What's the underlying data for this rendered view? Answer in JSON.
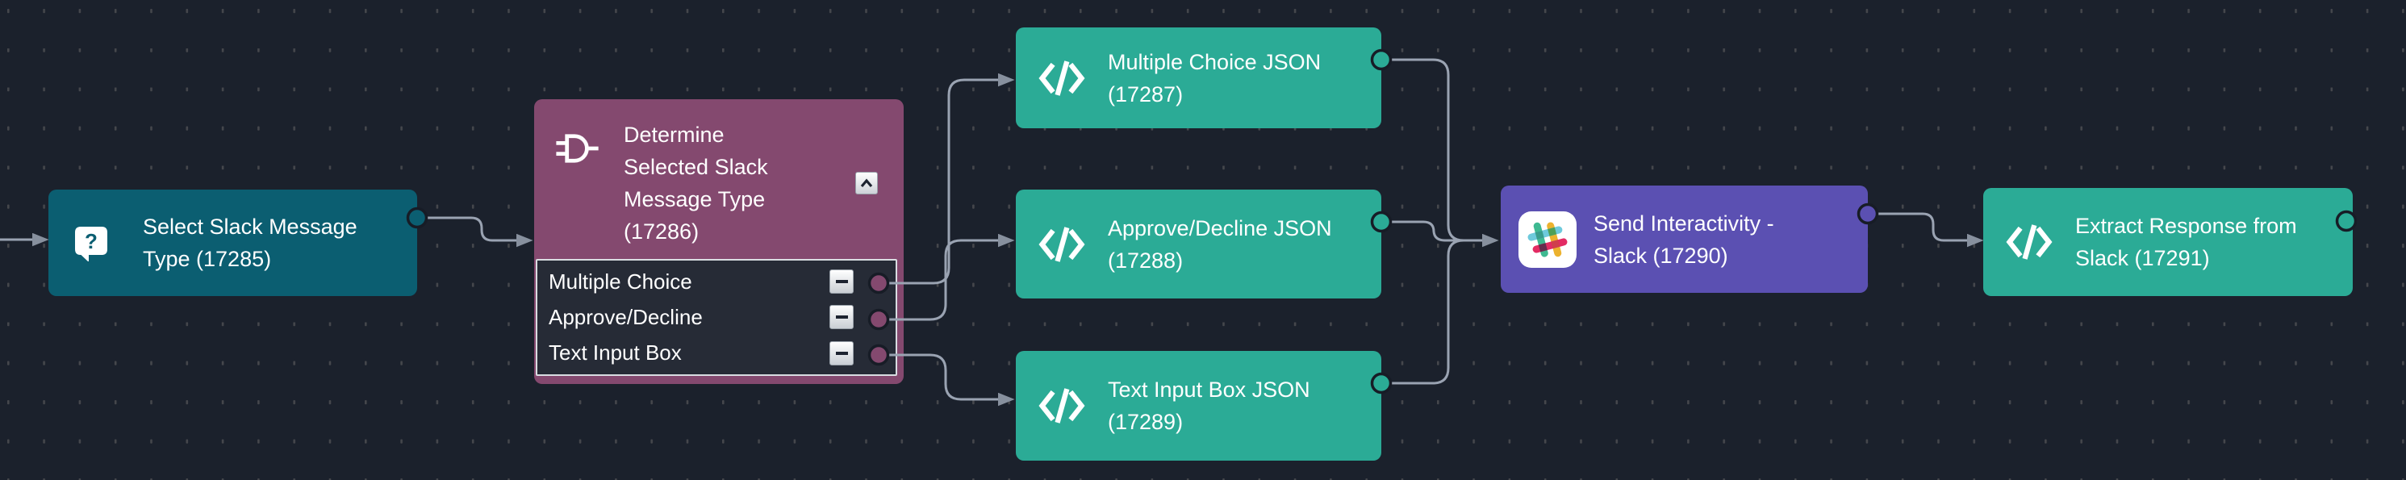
{
  "canvas": {
    "background": "#1b212c",
    "grid_dot_color": "#45474c"
  },
  "colors": {
    "trigger_teal": "#0b5e71",
    "branch_plum": "#84496f",
    "branch_body_dark": "#262b36",
    "script_green": "#2bab96",
    "slack_violet": "#5b50b2",
    "wire": "#9aa3b2",
    "arrowhead": "#87909e"
  },
  "nodes": [
    {
      "key": "select-slack-message-type",
      "label": "Select Slack Message Type (17285)",
      "icon": "question-bubble-icon",
      "color": "#0b5e71"
    },
    {
      "key": "determine-selected-slack-message-type",
      "label": "Determine Selected Slack Message Type (17286)",
      "icon": "branch-gate-icon",
      "color": "#84496f",
      "branches": [
        "Multiple Choice",
        "Approve/Decline",
        "Text Input Box"
      ]
    },
    {
      "key": "multiple-choice-json",
      "label": "Multiple Choice JSON (17287)",
      "icon": "code-icon",
      "color": "#2bab96"
    },
    {
      "key": "approve-decline-json",
      "label": "Approve/Decline JSON (17288)",
      "icon": "code-icon",
      "color": "#2bab96"
    },
    {
      "key": "text-input-box-json",
      "label": "Text Input Box JSON (17289)",
      "icon": "code-icon",
      "color": "#2bab96"
    },
    {
      "key": "send-interactivity-slack",
      "label": "Send Interactivity - Slack (17290)",
      "icon": "slack-icon",
      "color": "#5b50b2"
    },
    {
      "key": "extract-response-from-slack",
      "label": "Extract Response from Slack (17291)",
      "icon": "code-icon",
      "color": "#2bab96"
    }
  ],
  "edges": [
    {
      "from": "off-canvas-left",
      "to": "select-slack-message-type"
    },
    {
      "from": "select-slack-message-type",
      "to": "determine-selected-slack-message-type"
    },
    {
      "from": "determine-selected-slack-message-type",
      "branch": "Multiple Choice",
      "to": "multiple-choice-json"
    },
    {
      "from": "determine-selected-slack-message-type",
      "branch": "Approve/Decline",
      "to": "approve-decline-json"
    },
    {
      "from": "determine-selected-slack-message-type",
      "branch": "Text Input Box",
      "to": "text-input-box-json"
    },
    {
      "from": "multiple-choice-json",
      "to": "send-interactivity-slack"
    },
    {
      "from": "approve-decline-json",
      "to": "send-interactivity-slack"
    },
    {
      "from": "text-input-box-json",
      "to": "send-interactivity-slack"
    },
    {
      "from": "send-interactivity-slack",
      "to": "extract-response-from-slack"
    }
  ]
}
